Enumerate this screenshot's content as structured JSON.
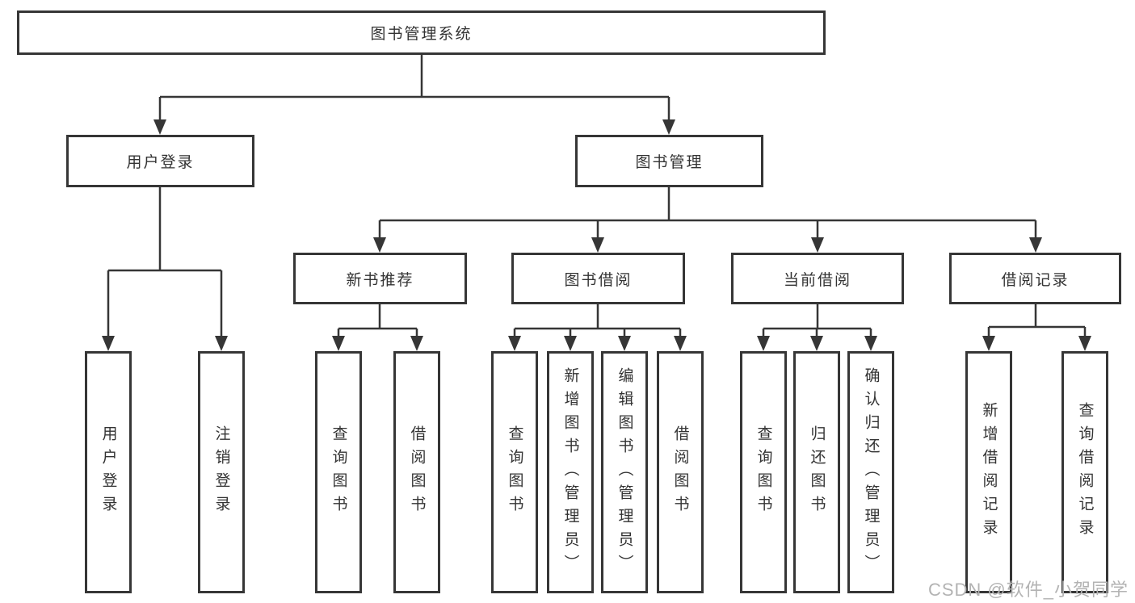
{
  "tree": {
    "root": "图书管理系统",
    "branches": [
      {
        "label": "用户登录",
        "children": [
          "用户登录",
          "注销登录"
        ]
      },
      {
        "label": "图书管理",
        "children": [
          {
            "label": "新书推荐",
            "children": [
              "查询图书",
              "借阅图书"
            ]
          },
          {
            "label": "图书借阅",
            "children": [
              "查询图书",
              "新增图书（管理员）",
              "编辑图书（管理员）",
              "借阅图书"
            ]
          },
          {
            "label": "当前借阅",
            "children": [
              "查询图书",
              "归还图书",
              "确认归还（管理员）"
            ]
          },
          {
            "label": "借阅记录",
            "children": [
              "新增借阅记录",
              "查询借阅记录"
            ]
          }
        ]
      }
    ]
  },
  "watermark": "CSDN @软件_小贺同学",
  "colors": {
    "line": "#363636",
    "box_border": "#363636",
    "text": "#333333",
    "watermark": "#b3b3b3",
    "background": "#ffffff"
  }
}
